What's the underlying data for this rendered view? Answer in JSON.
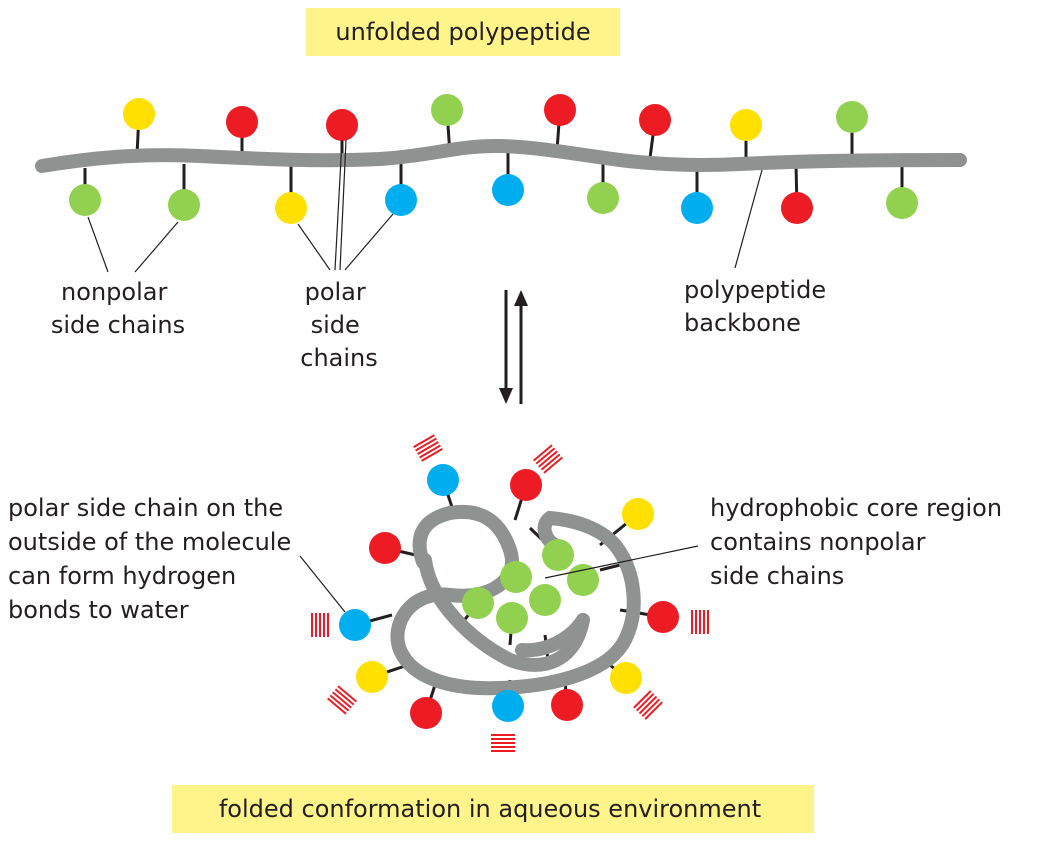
{
  "title_top": "unfolded polypeptide",
  "title_bottom": "folded conformation in aqueous environment",
  "labels": {
    "nonpolar": [
      "nonpolar",
      "side chains"
    ],
    "polar": [
      "polar",
      "side",
      "chains"
    ],
    "backbone": [
      "polypeptide",
      "backbone"
    ],
    "polar_outside": [
      "polar side chain on the",
      "outside of the molecule",
      "can form hydrogen",
      "bonds to water"
    ],
    "core": [
      "hydrophobic core region",
      "contains nonpolar",
      "side chains"
    ]
  },
  "colors": {
    "backbone": "#8e9290",
    "nonpolar_green": "#92d050",
    "polar_red": "#ed1c24",
    "polar_yellow": "#ffe000",
    "polar_blue": "#00aeef",
    "water_hatch": "#ed1c24",
    "highlight": "#fef48a",
    "ink": "#231f20"
  }
}
